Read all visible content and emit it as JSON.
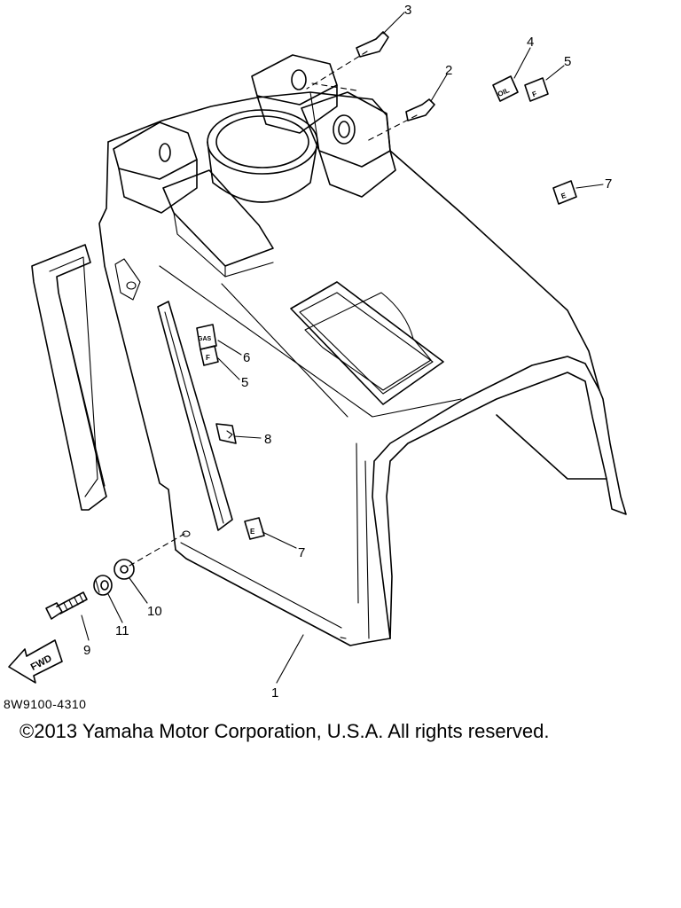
{
  "diagram": {
    "callouts": {
      "c1": "1",
      "c2": "2",
      "c3": "3",
      "c4": "4",
      "c5a": "5",
      "c5b": "5",
      "c6": "6",
      "c7a": "7",
      "c7b": "7",
      "c8": "8",
      "c9": "9",
      "c10": "10",
      "c11": "11"
    },
    "labels": {
      "oil": "OIL",
      "f_top": "F",
      "e_top": "E",
      "gas": "GAS",
      "f_side": "F",
      "e_side": "E",
      "fwd": "FWD"
    }
  },
  "footer": {
    "drawing_code": "8W9100-4310",
    "copyright": "©2013 Yamaha Motor Corporation, U.S.A. All rights reserved."
  }
}
